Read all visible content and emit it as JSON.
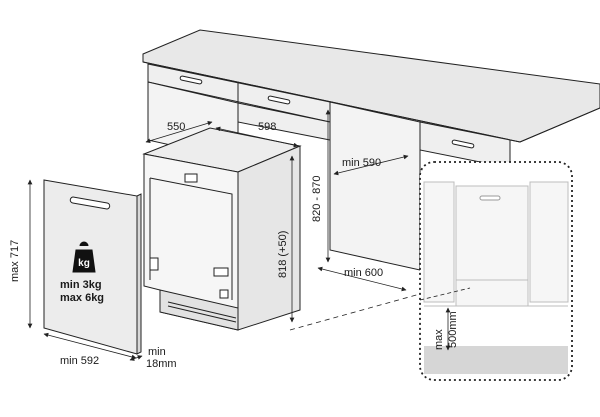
{
  "colors": {
    "line": "#222222",
    "panel": "#f0f0f0",
    "counter": "#e6e6e6",
    "floor": "#d6d6d6",
    "door": "#e9e9e9"
  },
  "dimensions": {
    "depth": "550",
    "width": "598",
    "height_range": "820 - 870",
    "height": "818 (+50)",
    "cabinet_depth_min": "min 590",
    "base_depth_min": "min 600",
    "door_height_max": "max 717",
    "door_width_min": "min 592",
    "door_thickness_min": "min",
    "door_thickness_value": "18mm",
    "plinth_max": "max",
    "plinth_value": "500mm"
  },
  "weight": {
    "icon_label": "kg",
    "min": "min  3kg",
    "max": "max 6kg"
  },
  "icons": [
    "weight-icon"
  ]
}
